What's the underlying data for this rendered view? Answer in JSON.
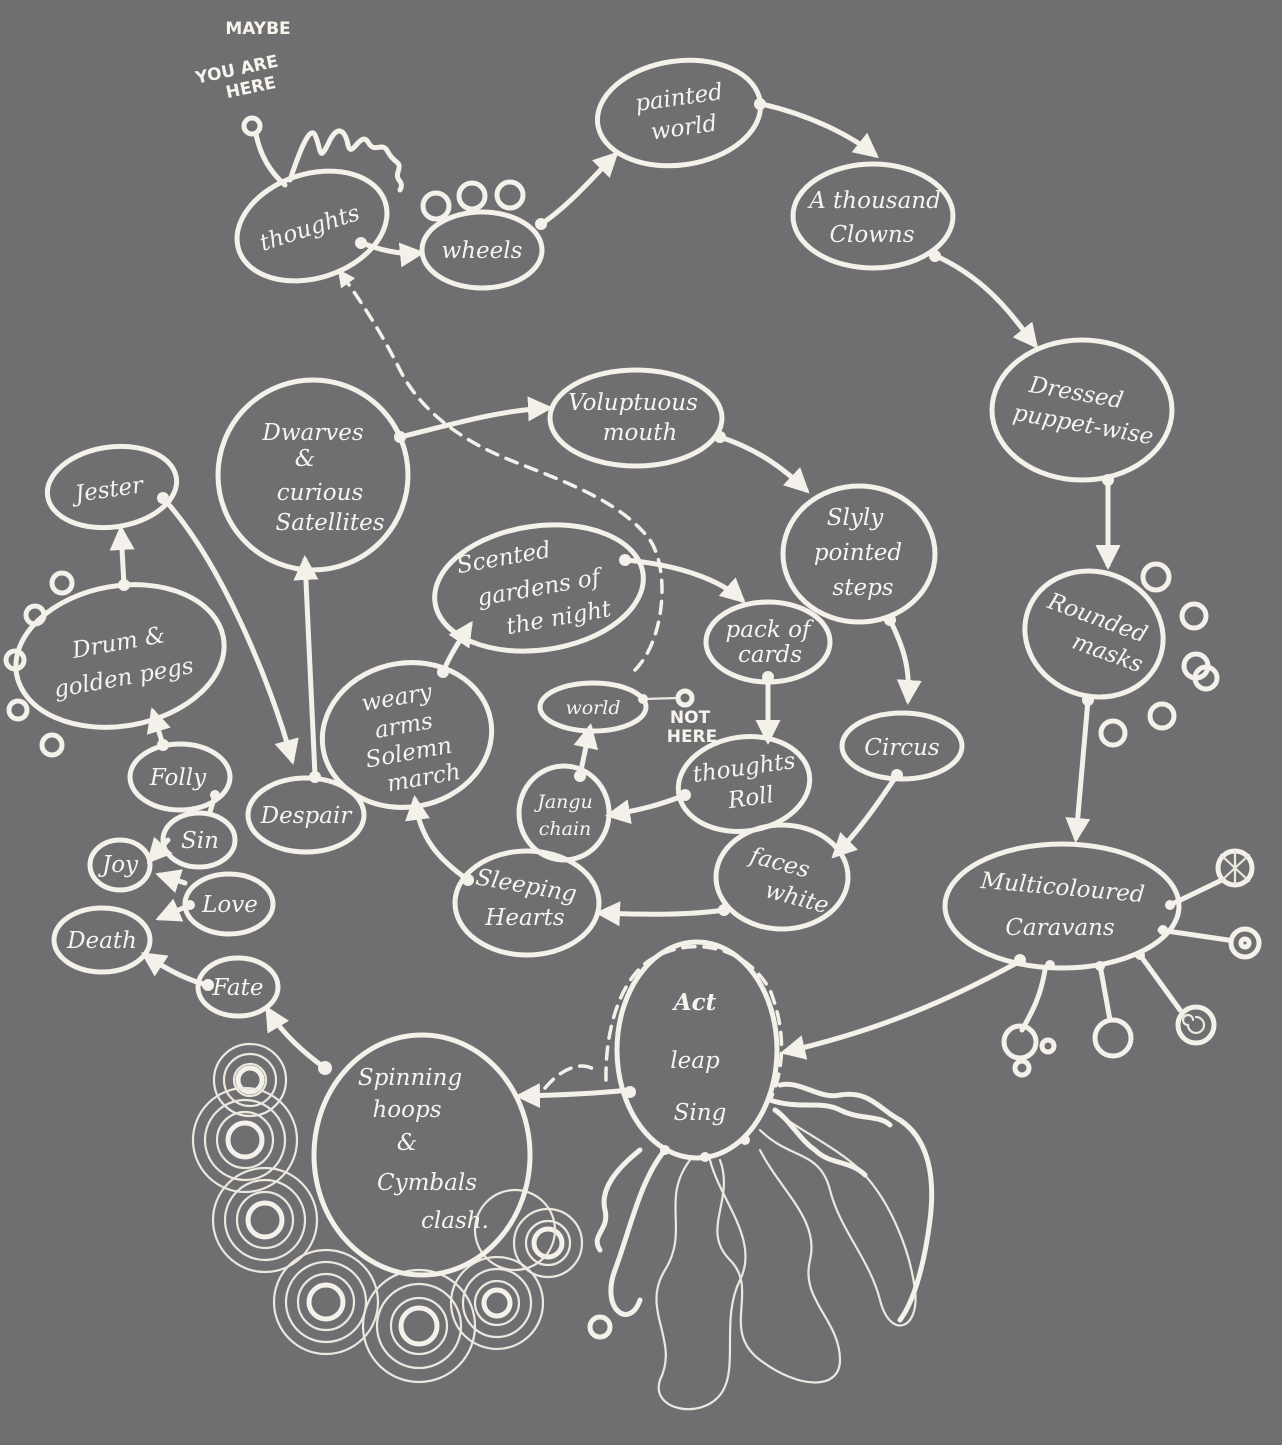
{
  "annotations": {
    "maybe": "MAYBE",
    "you_are_here_1": "YOU ARE",
    "you_are_here_2": "HERE",
    "not_here_1": "NOT",
    "not_here_2": "HERE"
  },
  "nodes": {
    "thoughts": "thoughts",
    "wheels": "wheels",
    "painted_world_1": "painted",
    "painted_world_2": "world",
    "thousand_clowns_1": "A thousand",
    "thousand_clowns_2": "Clowns",
    "dressed_1": "Dressed",
    "dressed_2": "puppet-wise",
    "rounded_masks_1": "Rounded",
    "rounded_masks_2": "masks",
    "multicoloured_1": "Multicoloured",
    "multicoloured_2": "Caravans",
    "voluptuous_1": "Voluptuous",
    "voluptuous_2": "mouth",
    "slyly_1": "Slyly",
    "slyly_2": "pointed",
    "slyly_3": "steps",
    "circus": "Circus",
    "faces_white_1": "faces",
    "faces_white_2": "white",
    "sleeping_hearts_1": "Sleeping",
    "sleeping_hearts_2": "Hearts",
    "weary_1": "weary",
    "weary_2": "arms",
    "weary_3": "Solemn",
    "weary_4": "march",
    "scented_1": "Scented",
    "scented_2": "gardens of",
    "scented_3": "the night",
    "pack_cards_1": "pack of",
    "pack_cards_2": "cards",
    "world": "world",
    "thoughts_roll_1": "thoughts",
    "thoughts_roll_2": "Roll",
    "jangu_chain_1": "Jangu",
    "jangu_chain_2": "chain",
    "dwarves_1": "Dwarves",
    "dwarves_2": "&",
    "dwarves_3": "curious",
    "dwarves_4": "Satellites",
    "jester": "Jester",
    "drum_1": "Drum &",
    "drum_2": "golden pegs",
    "folly": "Folly",
    "sin": "Sin",
    "joy": "Joy",
    "love": "Love",
    "death": "Death",
    "fate": "Fate",
    "despair": "Despair",
    "act_1": "Act",
    "act_2": "leap",
    "act_3": "Sing",
    "spinning_1": "Spinning",
    "spinning_2": "hoops",
    "spinning_3": "&",
    "spinning_4": "Cymbals",
    "spinning_5": "clash."
  },
  "colors": {
    "board": "#6f6e70",
    "chalk": "#f4f1ea"
  }
}
